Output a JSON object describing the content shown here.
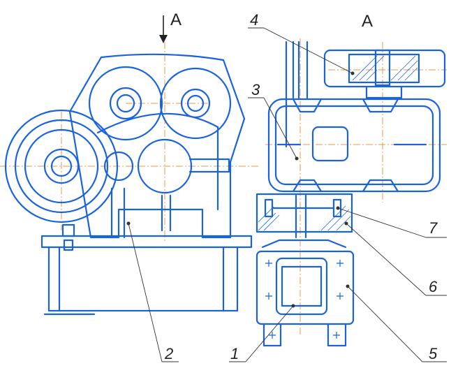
{
  "section_marks": {
    "left": "A",
    "right": "A"
  },
  "callouts": [
    "1",
    "2",
    "3",
    "4",
    "5",
    "6",
    "7"
  ],
  "colors": {
    "outline": "#1a63e0",
    "axis": "#e89a3c",
    "leader": "#333333"
  }
}
